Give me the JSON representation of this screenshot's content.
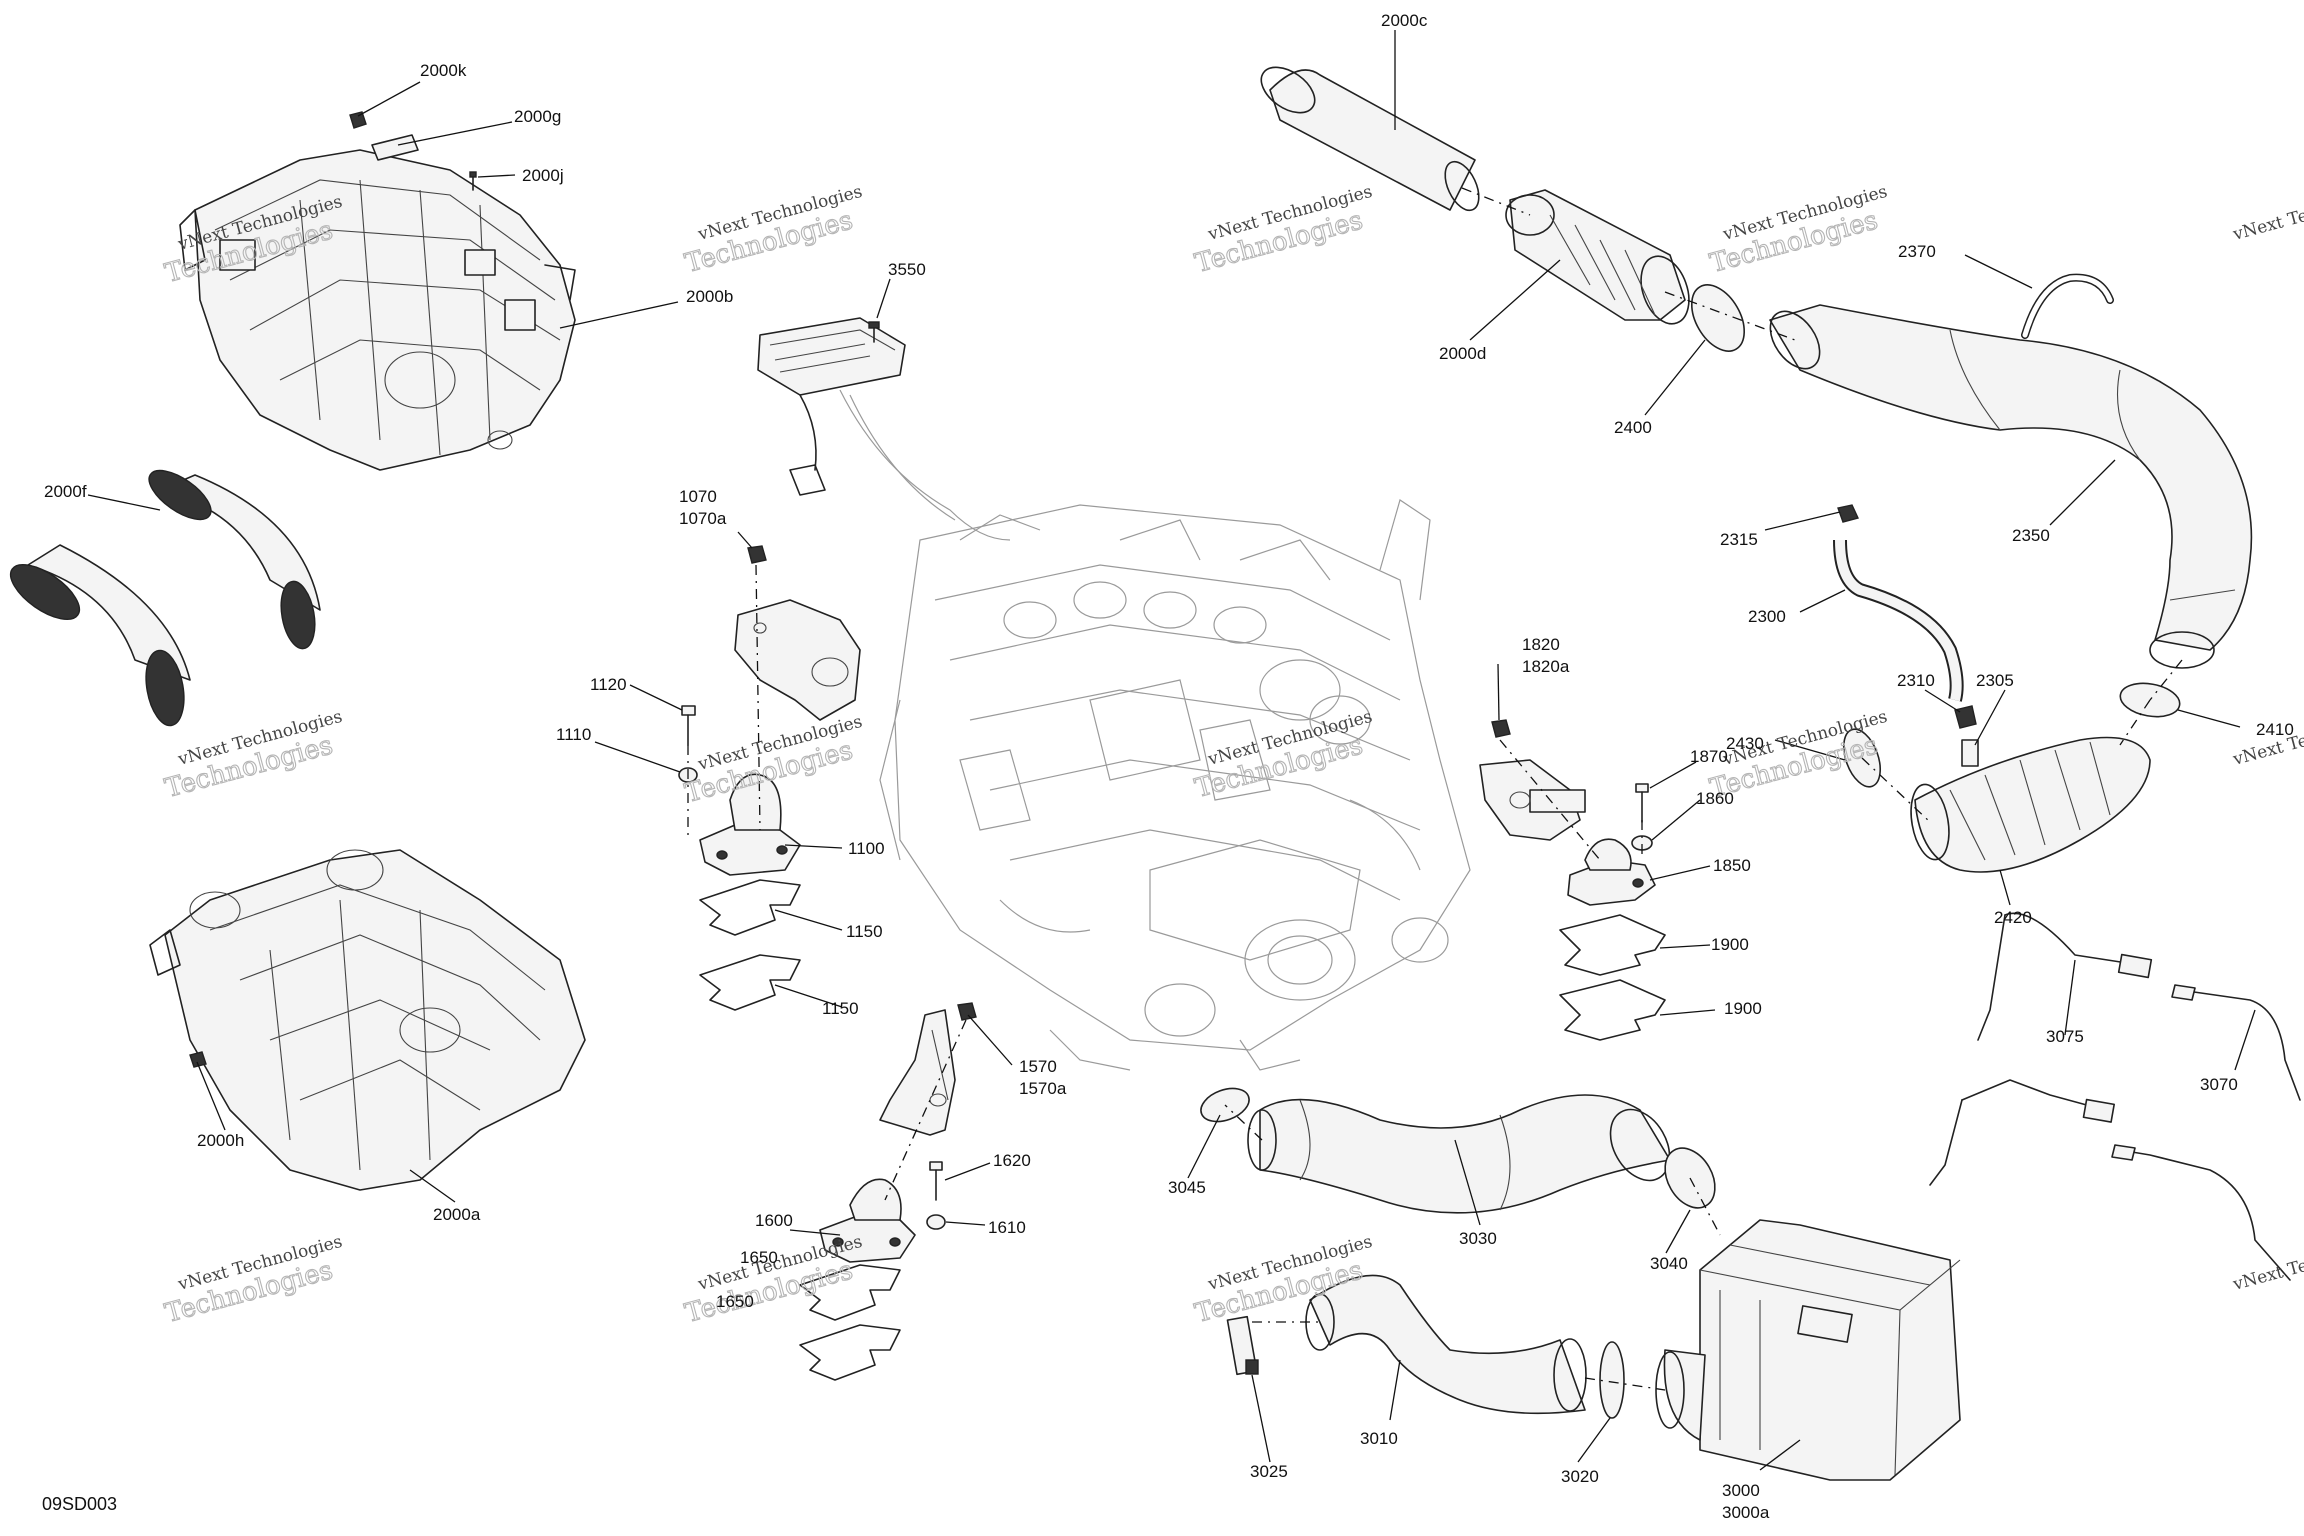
{
  "diagram_code": "09SD003",
  "watermark": {
    "brand": "vNext Technologies",
    "overlay": "vNext",
    "big": "Technologies"
  },
  "callouts": [
    {
      "id": "2000k",
      "label": "2000k"
    },
    {
      "id": "2000g",
      "label": "2000g"
    },
    {
      "id": "2000j",
      "label": "2000j"
    },
    {
      "id": "2000b",
      "label": "2000b"
    },
    {
      "id": "2000f",
      "label": "2000f"
    },
    {
      "id": "2000h",
      "label": "2000h"
    },
    {
      "id": "2000a",
      "label": "2000a"
    },
    {
      "id": "3550",
      "label": "3550"
    },
    {
      "id": "1070",
      "label": "1070"
    },
    {
      "id": "1070a",
      "label": "1070a"
    },
    {
      "id": "1120",
      "label": "1120"
    },
    {
      "id": "1110",
      "label": "1110"
    },
    {
      "id": "1100",
      "label": "1100"
    },
    {
      "id": "1150a",
      "label": "1150"
    },
    {
      "id": "1150b",
      "label": "1150"
    },
    {
      "id": "1570",
      "label": "1570"
    },
    {
      "id": "1570a",
      "label": "1570a"
    },
    {
      "id": "1620",
      "label": "1620"
    },
    {
      "id": "1600",
      "label": "1600"
    },
    {
      "id": "1610",
      "label": "1610"
    },
    {
      "id": "1650a",
      "label": "1650"
    },
    {
      "id": "1650b",
      "label": "1650"
    },
    {
      "id": "2000c",
      "label": "2000c"
    },
    {
      "id": "2000d",
      "label": "2000d"
    },
    {
      "id": "2400",
      "label": "2400"
    },
    {
      "id": "2370",
      "label": "2370"
    },
    {
      "id": "2350",
      "label": "2350"
    },
    {
      "id": "2315",
      "label": "2315"
    },
    {
      "id": "2300",
      "label": "2300"
    },
    {
      "id": "2310",
      "label": "2310"
    },
    {
      "id": "2305",
      "label": "2305"
    },
    {
      "id": "2410",
      "label": "2410"
    },
    {
      "id": "2430",
      "label": "2430"
    },
    {
      "id": "2420",
      "label": "2420"
    },
    {
      "id": "1820",
      "label": "1820"
    },
    {
      "id": "1820a",
      "label": "1820a"
    },
    {
      "id": "1870",
      "label": "1870"
    },
    {
      "id": "1860",
      "label": "1860"
    },
    {
      "id": "1850",
      "label": "1850"
    },
    {
      "id": "1900a",
      "label": "1900"
    },
    {
      "id": "1900b",
      "label": "1900"
    },
    {
      "id": "3075",
      "label": "3075"
    },
    {
      "id": "3070",
      "label": "3070"
    },
    {
      "id": "3045",
      "label": "3045"
    },
    {
      "id": "3030",
      "label": "3030"
    },
    {
      "id": "3040",
      "label": "3040"
    },
    {
      "id": "3025",
      "label": "3025"
    },
    {
      "id": "3010",
      "label": "3010"
    },
    {
      "id": "3020",
      "label": "3020"
    },
    {
      "id": "3000",
      "label": "3000"
    },
    {
      "id": "3000a",
      "label": "3000a"
    }
  ]
}
